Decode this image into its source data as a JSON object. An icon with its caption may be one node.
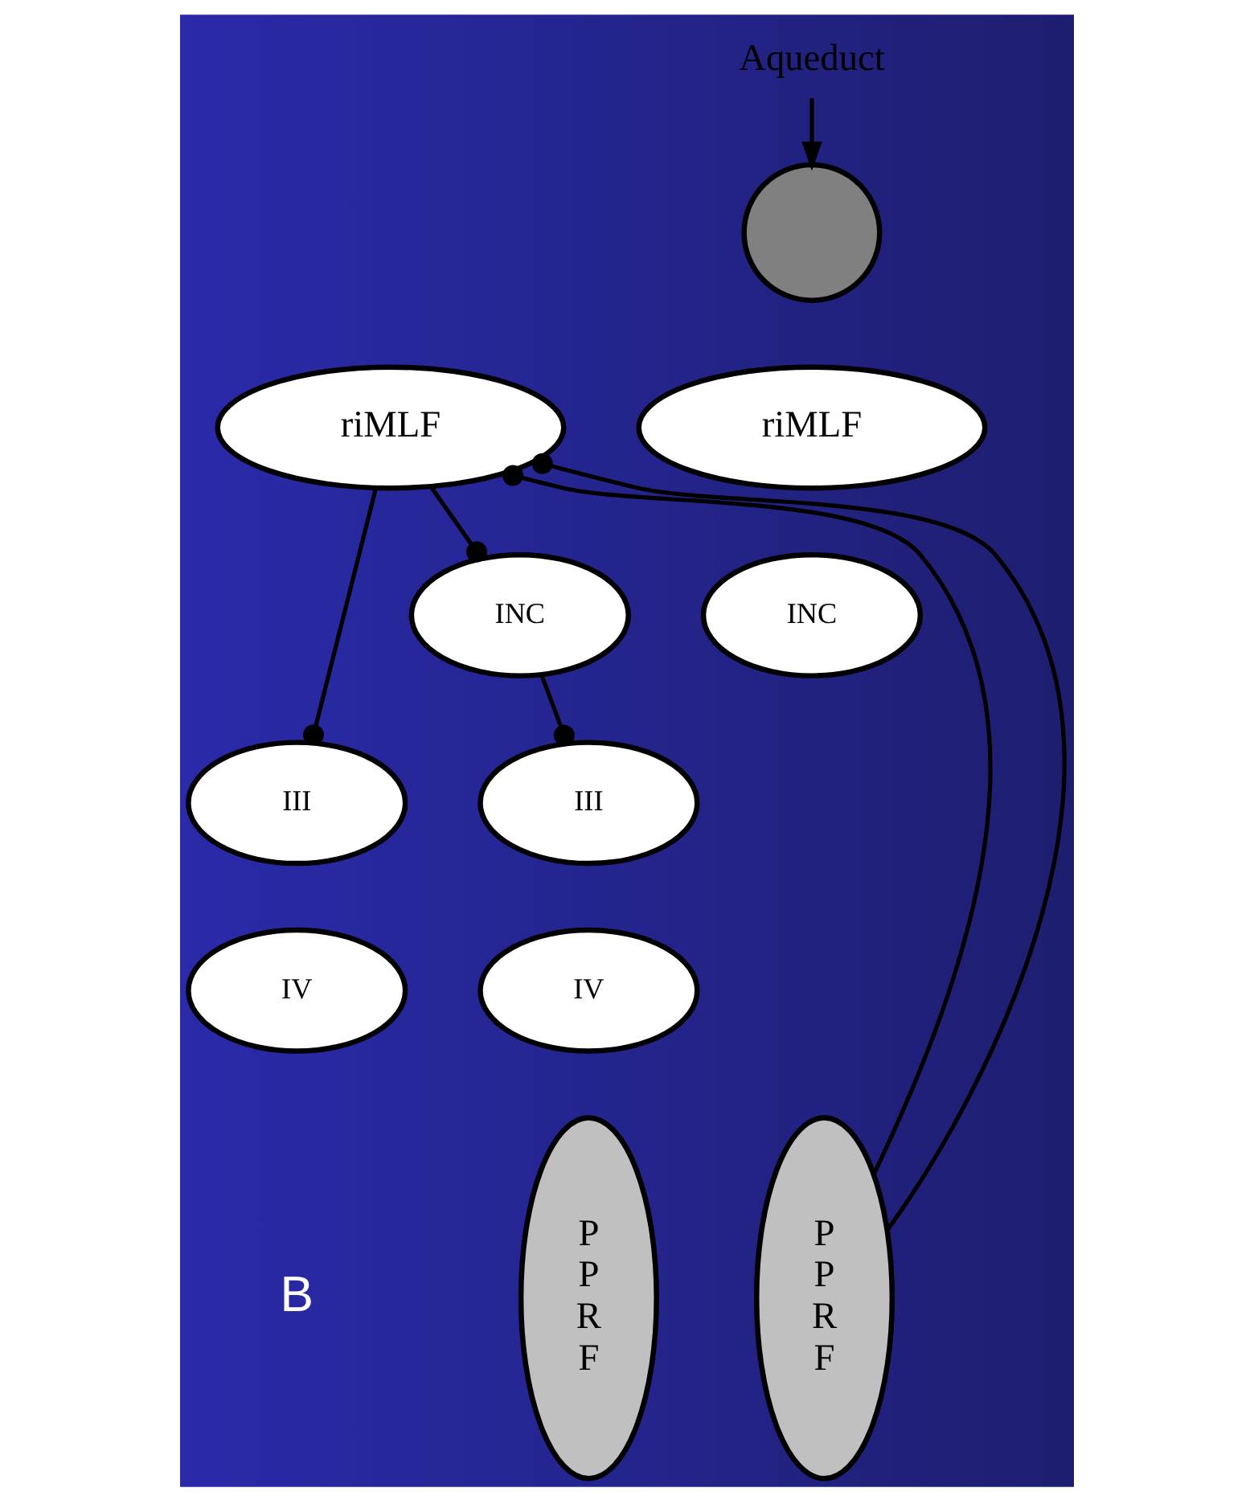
{
  "diagram": {
    "nodes": [
      {
        "text": [
          "Aqueduct"
        ]
      },
      {
        "text": [],
        "shape": "circle"
      },
      {
        "text": [
          "riMLF"
        ]
      },
      {
        "text": [
          "riMLF"
        ]
      },
      {
        "text": [
          "INC"
        ]
      },
      {
        "text": [
          "INC"
        ]
      },
      {
        "text": [
          "III"
        ]
      },
      {
        "text": [
          "III"
        ]
      },
      {
        "text": [
          "IV"
        ]
      },
      {
        "text": [
          "IV"
        ]
      },
      {
        "text": [
          "P P R F"
        ]
      },
      {
        "text": [
          "P P R F"
        ]
      }
    ],
    "edges": [
      {
        "from": 0,
        "to": 1,
        "arrow": "to"
      },
      {
        "from": 10,
        "to": 2,
        "arrow": "other"
      },
      {
        "from": 10,
        "to": 2,
        "arrow": "other"
      },
      {
        "from": 2,
        "to": 6,
        "arrow": "other"
      },
      {
        "from": 2,
        "to": 4,
        "arrow": "other"
      },
      {
        "from": 4,
        "to": 7,
        "arrow": "other"
      }
    ],
    "labels": [
      "B"
    ]
  }
}
